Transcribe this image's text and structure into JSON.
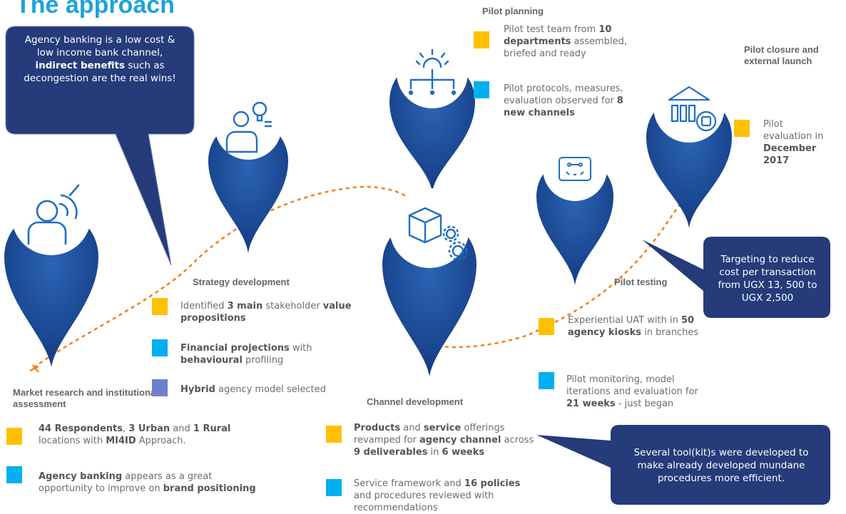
{
  "page": {
    "title": "The approach"
  },
  "colors": {
    "orange_square": "#ffc000",
    "blue_square": "#00b0f0",
    "purple_square": "#6f7fcf",
    "callout_navy": "#253b7a",
    "pin_blue": "#1d4e9c",
    "path_orange": "#f58220",
    "title_blue": "#1fa3d8"
  },
  "callouts": {
    "agency_banking": {
      "before": "Agency banking is a low cost & low income bank channel, ",
      "bold": "indirect benefits",
      "after": " such as decongestion are the real wins!"
    },
    "targeting": "Targeting to reduce cost per transaction from UGX 13, 500 to UGX 2,500",
    "toolkits": "Several tool(kit)s were developed to make already developed mundane procedures more efficient."
  },
  "stages": [
    {
      "name": "Market research and institutional assessment",
      "icon": "person-signal-icon",
      "items": [
        {
          "color": "orange",
          "parts": [
            {
              "t": "44 Respondents",
              "b": true
            },
            {
              "t": ", "
            },
            {
              "t": "3 Urban",
              "b": true
            },
            {
              "t": " and "
            },
            {
              "t": "1 Rural",
              "b": true
            },
            {
              "t": " locations with "
            },
            {
              "t": "MI4ID",
              "b": true
            },
            {
              "t": " Approach."
            }
          ]
        },
        {
          "color": "blue",
          "parts": [
            {
              "t": "Agency banking",
              "b": true
            },
            {
              "t": " appears as a great opportunity to improve on "
            },
            {
              "t": "brand positioning",
              "b": true
            }
          ]
        }
      ]
    },
    {
      "name": "Strategy development",
      "icon": "person-lightbulb-icon",
      "items": [
        {
          "color": "orange",
          "parts": [
            {
              "t": "Identified "
            },
            {
              "t": "3 main",
              "b": true
            },
            {
              "t": " stakeholder "
            },
            {
              "t": "value propositions",
              "b": true
            }
          ]
        },
        {
          "color": "blue",
          "parts": [
            {
              "t": "Financial projections",
              "b": true
            },
            {
              "t": " with "
            },
            {
              "t": "behavioural",
              "b": true
            },
            {
              "t": " profiling"
            }
          ]
        },
        {
          "color": "purple",
          "parts": [
            {
              "t": "Hybrid",
              "b": true
            },
            {
              "t": " agency model selected"
            }
          ]
        }
      ]
    },
    {
      "name": "Pilot planning",
      "icon": "hierarchy-gear-icon",
      "items": [
        {
          "color": "orange",
          "parts": [
            {
              "t": "Pilot test team from "
            },
            {
              "t": "10 departments",
              "b": true
            },
            {
              "t": " assembled, briefed and ready"
            }
          ]
        },
        {
          "color": "blue",
          "parts": [
            {
              "t": "Pilot protocols, measures, evaluation observed for "
            },
            {
              "t": "8 new channels",
              "b": true
            }
          ]
        }
      ]
    },
    {
      "name": "Channel development",
      "icon": "box-gear-icon",
      "items": [
        {
          "color": "orange",
          "parts": [
            {
              "t": "Products",
              "b": true
            },
            {
              "t": " and "
            },
            {
              "t": "service",
              "b": true
            },
            {
              "t": " offerings revamped for "
            },
            {
              "t": "agency channel",
              "b": true
            },
            {
              "t": " across "
            },
            {
              "t": "9 deliverables",
              "b": true
            },
            {
              "t": " in "
            },
            {
              "t": "6 weeks",
              "b": true
            }
          ]
        },
        {
          "color": "blue",
          "parts": [
            {
              "t": "Service framework and "
            },
            {
              "t": "16 policies",
              "b": true
            },
            {
              "t": " and procedures reviewed with recommendations"
            }
          ]
        }
      ]
    },
    {
      "name": "Pilot testing",
      "icon": "kiosk-screen-icon",
      "items": [
        {
          "color": "orange",
          "parts": [
            {
              "t": "Experiential UAT with in "
            },
            {
              "t": "50 agency kiosks",
              "b": true
            },
            {
              "t": " in branches"
            }
          ]
        },
        {
          "color": "blue",
          "parts": [
            {
              "t": "Pilot monitoring, model iterations and evaluation for "
            },
            {
              "t": "21 weeks",
              "b": true
            },
            {
              "t": " - just began"
            }
          ]
        }
      ]
    },
    {
      "name": "Pilot closure and external launch",
      "icon": "bank-building-icon",
      "items": [
        {
          "color": "orange",
          "parts": [
            {
              "t": "Pilot evaluation in "
            },
            {
              "t": "December 2017",
              "b": true
            }
          ]
        }
      ]
    }
  ]
}
